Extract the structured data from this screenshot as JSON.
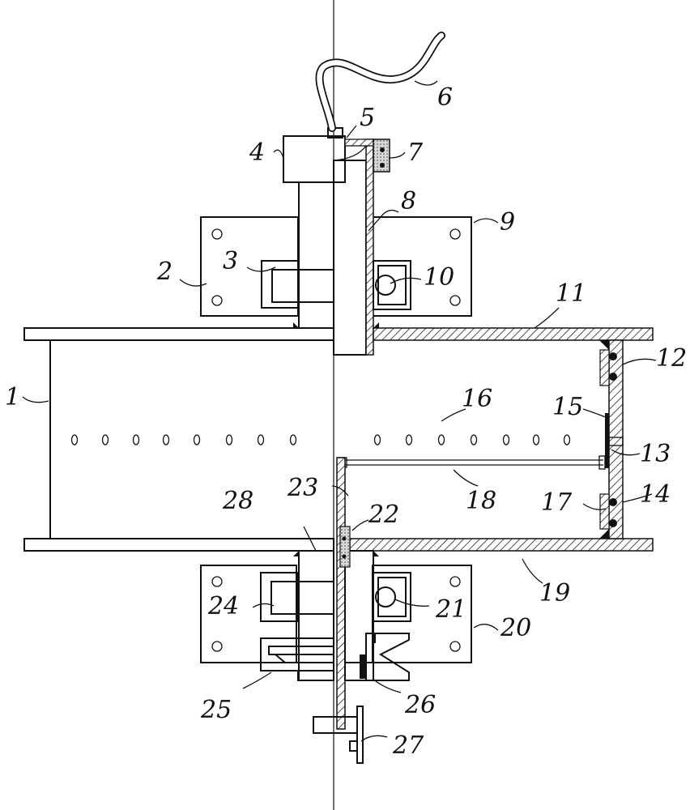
{
  "diagram": {
    "labels": [
      "1",
      "2",
      "3",
      "4",
      "5",
      "6",
      "7",
      "8",
      "9",
      "10",
      "11",
      "12",
      "13",
      "14",
      "15",
      "16",
      "17",
      "18",
      "19",
      "20",
      "21",
      "22",
      "23",
      "24",
      "25",
      "26",
      "27",
      "28"
    ],
    "colors": {
      "line": "#111111",
      "background": "#ffffff"
    }
  }
}
